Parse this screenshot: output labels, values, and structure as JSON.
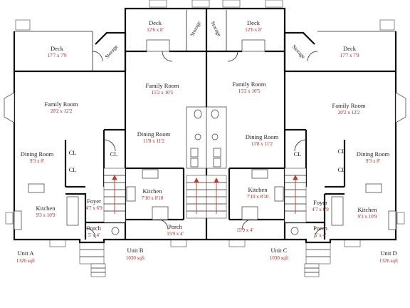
{
  "rooms": [
    {
      "id": "deck-a",
      "name": "Deck",
      "dim": "17'7 x 7'9"
    },
    {
      "id": "storage-a",
      "name": "Storage",
      "dim": ""
    },
    {
      "id": "deck-b",
      "name": "Deck",
      "dim": "12'6 x 8'"
    },
    {
      "id": "storage-b",
      "name": "Storage",
      "dim": ""
    },
    {
      "id": "storage-c",
      "name": "Storage",
      "dim": ""
    },
    {
      "id": "deck-c",
      "name": "Deck",
      "dim": "12'6 x 8'"
    },
    {
      "id": "storage-d",
      "name": "Storage",
      "dim": ""
    },
    {
      "id": "deck-d",
      "name": "Deck",
      "dim": "17'7 x 7'9"
    },
    {
      "id": "family-a",
      "name": "Family Room",
      "dim": "20'2 x 12'2"
    },
    {
      "id": "family-b",
      "name": "Family Room",
      "dim": "15'2 x 10'5"
    },
    {
      "id": "family-c",
      "name": "Family Room",
      "dim": "15'2 x 10'5"
    },
    {
      "id": "family-d",
      "name": "Family Room",
      "dim": "20'2 x 12'2"
    },
    {
      "id": "dining-a",
      "name": "Dining Room",
      "dim": "9'3 x 8'"
    },
    {
      "id": "dining-b",
      "name": "Dining Room",
      "dim": "11'8 x 11'2"
    },
    {
      "id": "dining-c",
      "name": "Dining Room",
      "dim": "11'8 x 11'2"
    },
    {
      "id": "dining-d",
      "name": "Dining Room",
      "dim": "9'3 x 8'"
    },
    {
      "id": "cl-a1",
      "name": "CL",
      "dim": ""
    },
    {
      "id": "cl-a2",
      "name": "CL",
      "dim": ""
    },
    {
      "id": "cl-a3",
      "name": "CL",
      "dim": ""
    },
    {
      "id": "cl-d1",
      "name": "CL",
      "dim": ""
    },
    {
      "id": "cl-d2",
      "name": "CL",
      "dim": ""
    },
    {
      "id": "cl-d3",
      "name": "CL",
      "dim": ""
    },
    {
      "id": "kitchen-a",
      "name": "Kitchen",
      "dim": "9'3 x 10'9"
    },
    {
      "id": "kitchen-b",
      "name": "Kitchen",
      "dim": "7'10 x 8'10"
    },
    {
      "id": "kitchen-c",
      "name": "Kitchen",
      "dim": "7'10 x 8'10"
    },
    {
      "id": "kitchen-d",
      "name": "Kitchen",
      "dim": "9'3 x 10'9"
    },
    {
      "id": "foyer-a",
      "name": "Foyer",
      "dim": "4'7 x 6'9"
    },
    {
      "id": "foyer-d",
      "name": "Foyer",
      "dim": "4'7 x 6'9"
    },
    {
      "id": "porch-a",
      "name": "Porch",
      "dim": "5' x 4'"
    },
    {
      "id": "porch-b",
      "name": "Porch",
      "dim": "15'9 x 4'"
    },
    {
      "id": "porch-c",
      "name": "",
      "dim": "15'9 x 4'"
    },
    {
      "id": "porch-d",
      "name": "Porch",
      "dim": "5' x 4'"
    }
  ],
  "units": [
    {
      "id": "unit-a",
      "name": "Unit A",
      "sqft": "1326 sqft"
    },
    {
      "id": "unit-b",
      "name": "Unit B",
      "sqft": "1030 sqft"
    },
    {
      "id": "unit-c",
      "name": "Unit C",
      "sqft": "1030 sqft"
    },
    {
      "id": "unit-d",
      "name": "Unit D",
      "sqft": "1326 sqft"
    }
  ]
}
